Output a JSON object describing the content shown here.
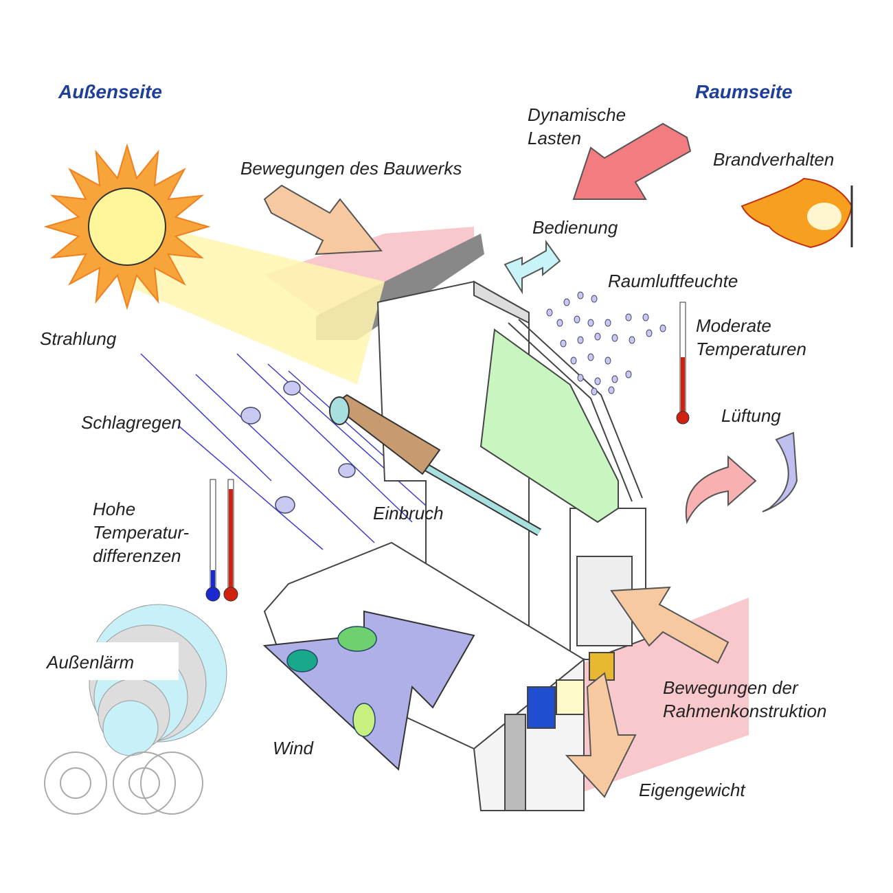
{
  "sides": {
    "outside": "Außenseite",
    "inside": "Raumseite"
  },
  "labels": {
    "dynamic_loads": [
      "Dynamische",
      "Lasten"
    ],
    "building_movement": "Bewegungen des Bauwerks",
    "fire_behaviour": "Brandverhalten",
    "operation": "Bedienung",
    "room_humidity": "Raumluftfeuchte",
    "moderate_temps": [
      "Moderate",
      "Temperaturen"
    ],
    "radiation": "Strahlung",
    "driving_rain": "Schlagregen",
    "ventilation": "Lüftung",
    "burglary": "Einbruch",
    "temp_differences": [
      "Hohe",
      "Temperatur-",
      "differenzen"
    ],
    "outside_noise": "Außenlärm",
    "frame_movement": [
      "Bewegungen der",
      "Rahmenkonstruktion"
    ],
    "wind": "Wind",
    "dead_weight": "Eigengewicht"
  },
  "colors": {
    "side_label": "#1f3f99",
    "arrow": "#f7c9a0",
    "glass": "#c8f5c0",
    "wall": "#f9c8cc",
    "sun": "#f7a53a"
  }
}
